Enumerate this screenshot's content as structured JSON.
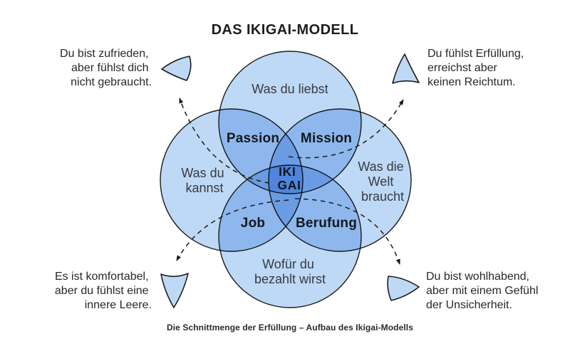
{
  "title": "DAS IKIGAI-MODELL",
  "caption": "Die Schnittmenge der Erfüllung – Aufbau des Ikigai-Modells",
  "colors": {
    "circle_fill": "#bed9f6",
    "overlap_2x": "#8db9ed",
    "overlap_3x": "#72a4e8",
    "center_4x": "#488ce1",
    "outline": "#1c1c1c"
  },
  "venn": {
    "center_label": {
      "line1": "IKI",
      "line2": "GAI"
    },
    "circles": {
      "top": {
        "label": "Was du liebst"
      },
      "left": {
        "line1": "Was du",
        "line2": "kannst"
      },
      "right": {
        "line1": "Was die",
        "line2": "Welt",
        "line3": "braucht"
      },
      "bottom": {
        "line1": "Wofür du",
        "line2": "bezahlt wirst"
      }
    },
    "overlaps": {
      "passion": "Passion",
      "mission": "Mission",
      "job": "Job",
      "berufung": "Berufung"
    }
  },
  "notes": {
    "top_left": {
      "line1": "Du bist zufrieden,",
      "line2": "aber fühlst dich",
      "line3": "nicht gebraucht."
    },
    "top_right": {
      "line1": "Du fühlst Erfüllung,",
      "line2": "erreichst aber",
      "line3": "keinen Reichtum."
    },
    "bottom_left": {
      "line1": "Es ist komfortabel,",
      "line2": "aber du fühlst eine",
      "line3": "innere Leere."
    },
    "bottom_right": {
      "line1": "Du bist wohlhabend,",
      "line2": "aber mit einem Gefühl",
      "line3": "der Unsicherheit."
    }
  }
}
